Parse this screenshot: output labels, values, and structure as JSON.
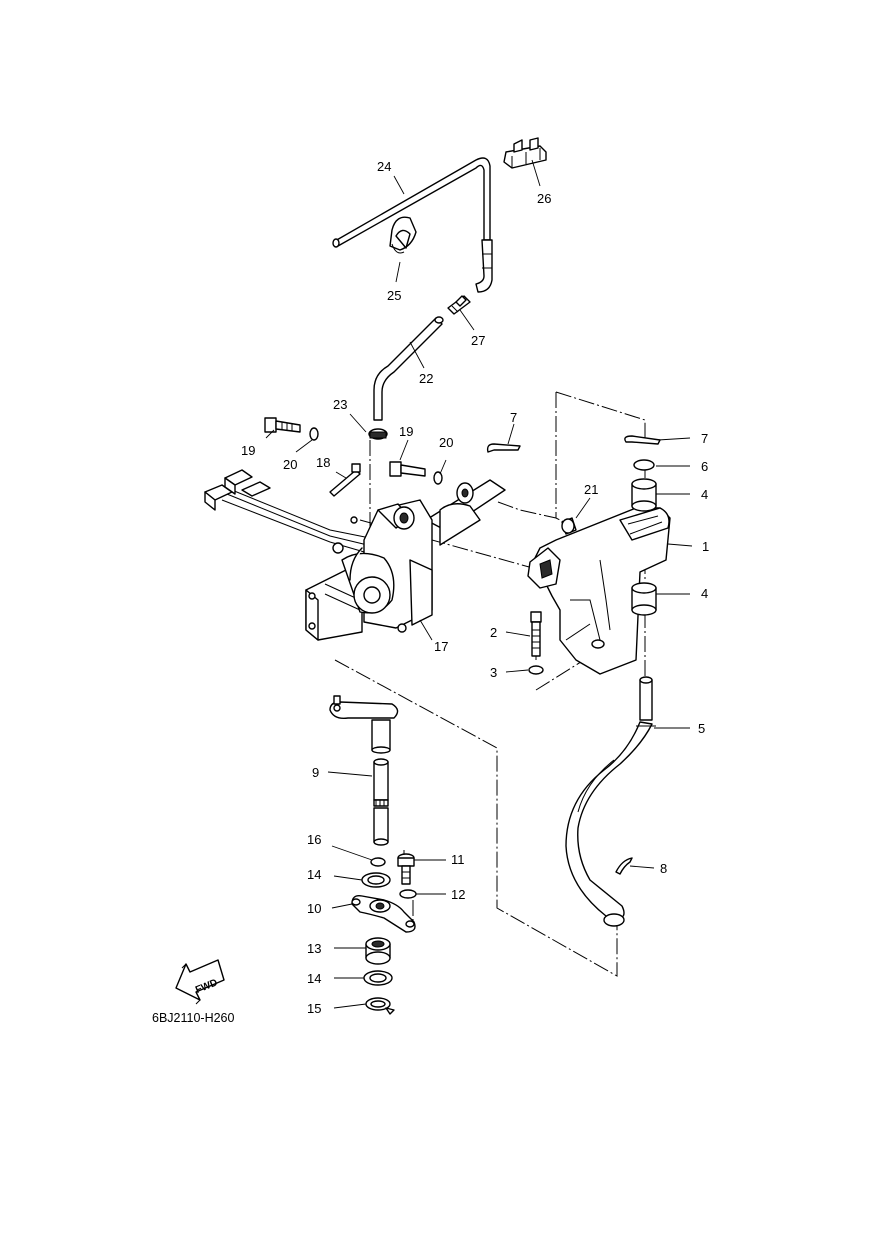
{
  "diagram_code": "6BJ2110-H260",
  "fwd_label": "FWD",
  "callouts": [
    "24",
    "26",
    "25",
    "27",
    "22",
    "23",
    "19",
    "20",
    "18",
    "7",
    "19",
    "20",
    "21",
    "7",
    "6",
    "4",
    "1",
    "4",
    "17",
    "2",
    "3",
    "5",
    "9",
    "16",
    "11",
    "14",
    "12",
    "10",
    "13",
    "14",
    "15",
    "8"
  ]
}
